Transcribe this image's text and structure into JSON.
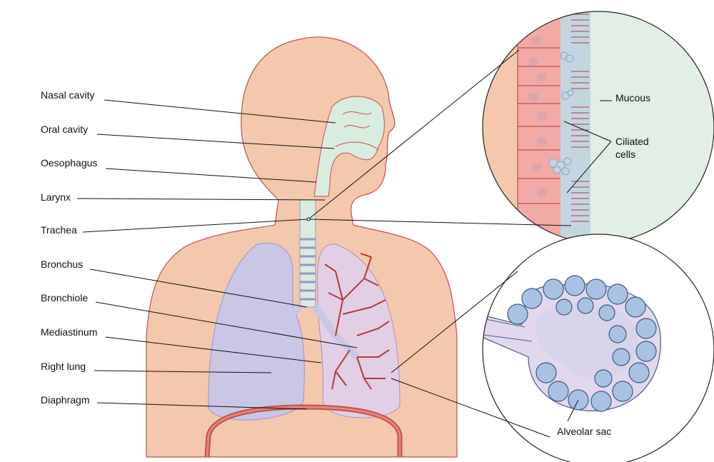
{
  "labels": {
    "nasal_cavity": "Nasal cavity",
    "oral_cavity": "Oral cavity",
    "oesophagus": "Oesophagus",
    "larynx": "Larynx",
    "trachea": "Trachea",
    "bronchus": "Bronchus",
    "bronchiole": "Bronchiole",
    "mediastinum": "Mediastinum",
    "right_lung": "Right lung",
    "diaphragm": "Diaphragm"
  },
  "insets": {
    "upper": {
      "mucous": "Mucous",
      "ciliated_line1": "Ciliated",
      "ciliated_line2": "cells"
    },
    "lower": {
      "alveolar_sac": "Alveolar sac"
    }
  },
  "colors": {
    "skin": "#f4c8ad",
    "outline": "#c0504d",
    "lung": "#c9c6e6",
    "airway": "#d8ecdf",
    "bronchi": "#b23a3a",
    "cells": "#f2aaa6",
    "mucus": "#c3d6e0",
    "alveoli": "#a9c1e3"
  }
}
